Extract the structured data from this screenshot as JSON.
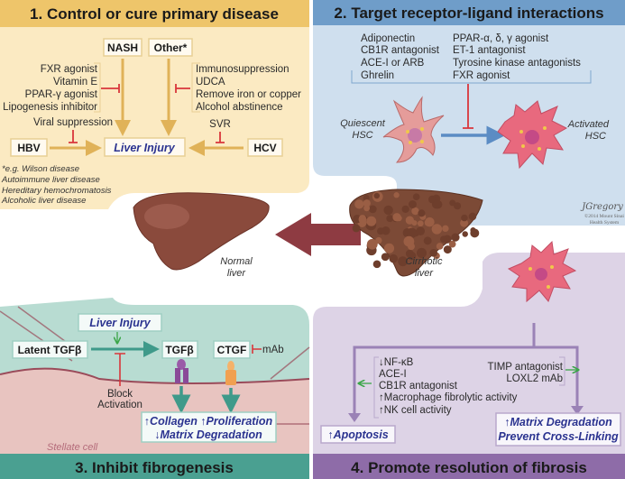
{
  "panel1": {
    "title": "1. Control or cure primary disease",
    "nash": "NASH",
    "other": "Other*",
    "left_list": [
      "FXR agonist",
      "Vitamin E",
      "PPAR-γ agonist",
      "Lipogenesis inhibitor"
    ],
    "right_list": [
      "Immunosuppression",
      "UDCA",
      "Remove iron or copper",
      "Alcohol abstinence"
    ],
    "viral_suppression": "Viral suppression",
    "svr": "SVR",
    "hbv": "HBV",
    "hcv": "HCV",
    "liver_injury": "Liver Injury",
    "footnote": [
      "*e.g. Wilson disease",
      " Autoimmune liver disease",
      "Hereditary hemochromatosis",
      "Alcoholic liver disease"
    ]
  },
  "panel2": {
    "title": "2. Target receptor-ligand interactions",
    "left_list": [
      "Adiponectin",
      "CB1R antagonist",
      "ACE-I or ARB",
      "Ghrelin"
    ],
    "right_list": [
      "PPAR-α, δ, γ agonist",
      "ET-1 antagonist",
      "Tyrosine kinase antagonists",
      "FXR agonist"
    ],
    "quiescent": [
      "Quiescent",
      "HSC"
    ],
    "activated": [
      "Activated",
      "HSC"
    ],
    "signature": "JGregory",
    "copyright": [
      "©2014 Mount Sinai",
      "Health System"
    ]
  },
  "center": {
    "normal_liver": [
      "Normal",
      "liver"
    ],
    "cirrhotic_liver": [
      "Cirrhotic",
      "liver"
    ]
  },
  "panel3": {
    "title": "3. Inhibit fibrogenesis",
    "liver_injury": "Liver Injury",
    "latent_tgfb": "Latent TGFβ",
    "tgfb": "TGFβ",
    "ctgf": "CTGF",
    "mab": "mAb",
    "block_activation": [
      "Block",
      "Activation"
    ],
    "outcome": [
      "↑Collagen ↑Proliferation",
      "↓Matrix Degradation"
    ],
    "stellate_cell": "Stellate cell"
  },
  "panel4": {
    "title": "4. Promote resolution of fibrosis",
    "left_list": [
      "↓NF-κB",
      "ACE-I",
      "CB1R antagonist",
      "↑Macrophage fibrolytic activity",
      "↑NK cell activity"
    ],
    "right_list": [
      "TIMP antagonist",
      "LOXL2 mAb"
    ],
    "apoptosis": "↑Apoptosis",
    "matrix": [
      "↑Matrix Degradation",
      "Prevent Cross-Linking"
    ]
  },
  "colors": {
    "panel1_header": "#eec56a",
    "panel1_body": "#fbeac2",
    "panel2_header": "#6f9dc9",
    "panel2_body": "#cfdfee",
    "panel3_header": "#4aa091",
    "panel3_body": "#b8dcd2",
    "panel4_header": "#8e6ca8",
    "panel4_body": "#ddd3e6",
    "inhibit": "#d9363b",
    "liver_arrow": "#8e3b42"
  }
}
